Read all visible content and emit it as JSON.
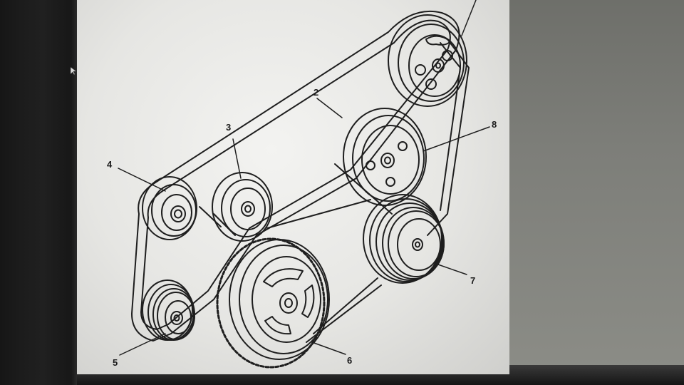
{
  "callouts": [
    {
      "id": "2",
      "text": "2"
    },
    {
      "id": "3",
      "text": "3"
    },
    {
      "id": "4",
      "text": "4"
    },
    {
      "id": "5",
      "text": "5"
    },
    {
      "id": "6",
      "text": "6"
    },
    {
      "id": "7",
      "text": "7"
    },
    {
      "id": "8",
      "text": "8"
    }
  ],
  "icons": [
    "mouse-cursor-icon"
  ],
  "colors": {
    "line": "#1e1e1e",
    "paper": "#ececea"
  }
}
